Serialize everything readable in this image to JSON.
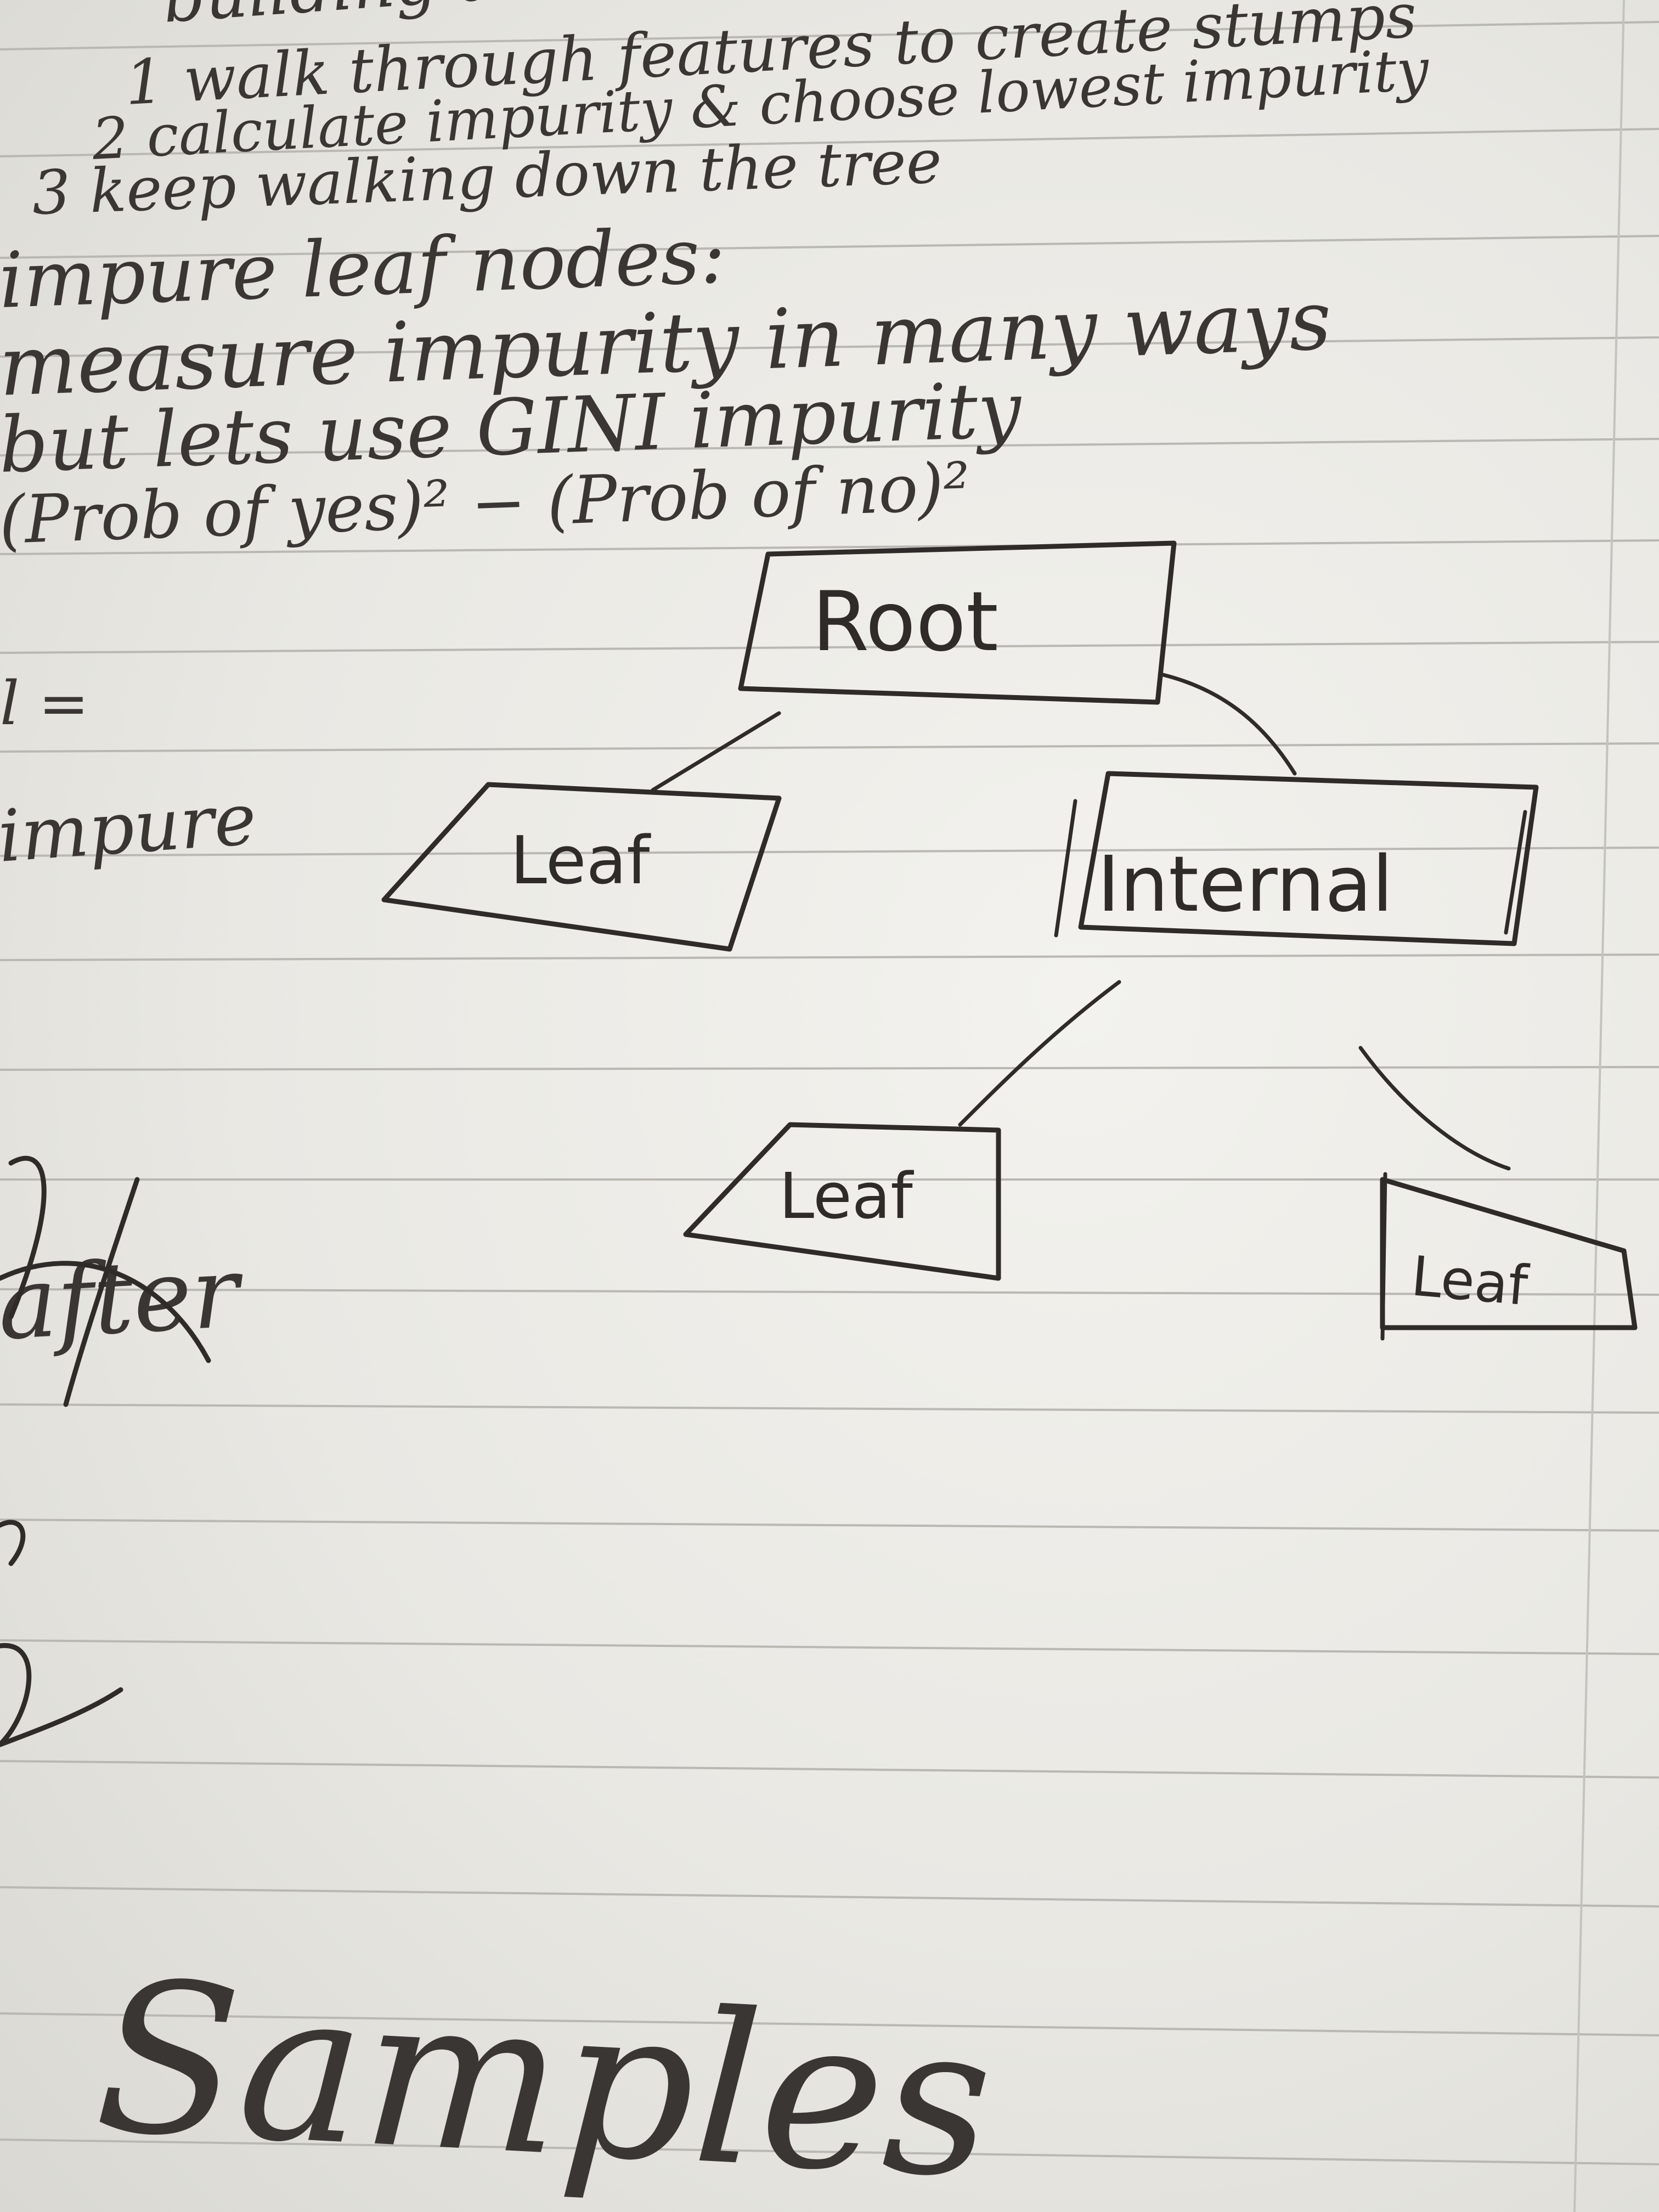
{
  "notes": {
    "lines": [
      "building a dec tree:",
      "1 walk through features to create stumps",
      "2 calculate impurity & choose lowest impurity",
      "3 keep walking down the tree",
      "impure leaf nodes:",
      "measure impurity in many ways",
      "but lets use GINI impurity",
      "(Prob of yes)² − (Prob of no)²"
    ],
    "side": [
      "l =",
      "impure",
      "after"
    ],
    "bottom": [
      "Samples"
    ]
  },
  "tree": {
    "root": "Root",
    "leaf_left": "Leaf",
    "internal": "Internal",
    "leaf_bottom": "Leaf",
    "leaf_right": "Leaf"
  }
}
